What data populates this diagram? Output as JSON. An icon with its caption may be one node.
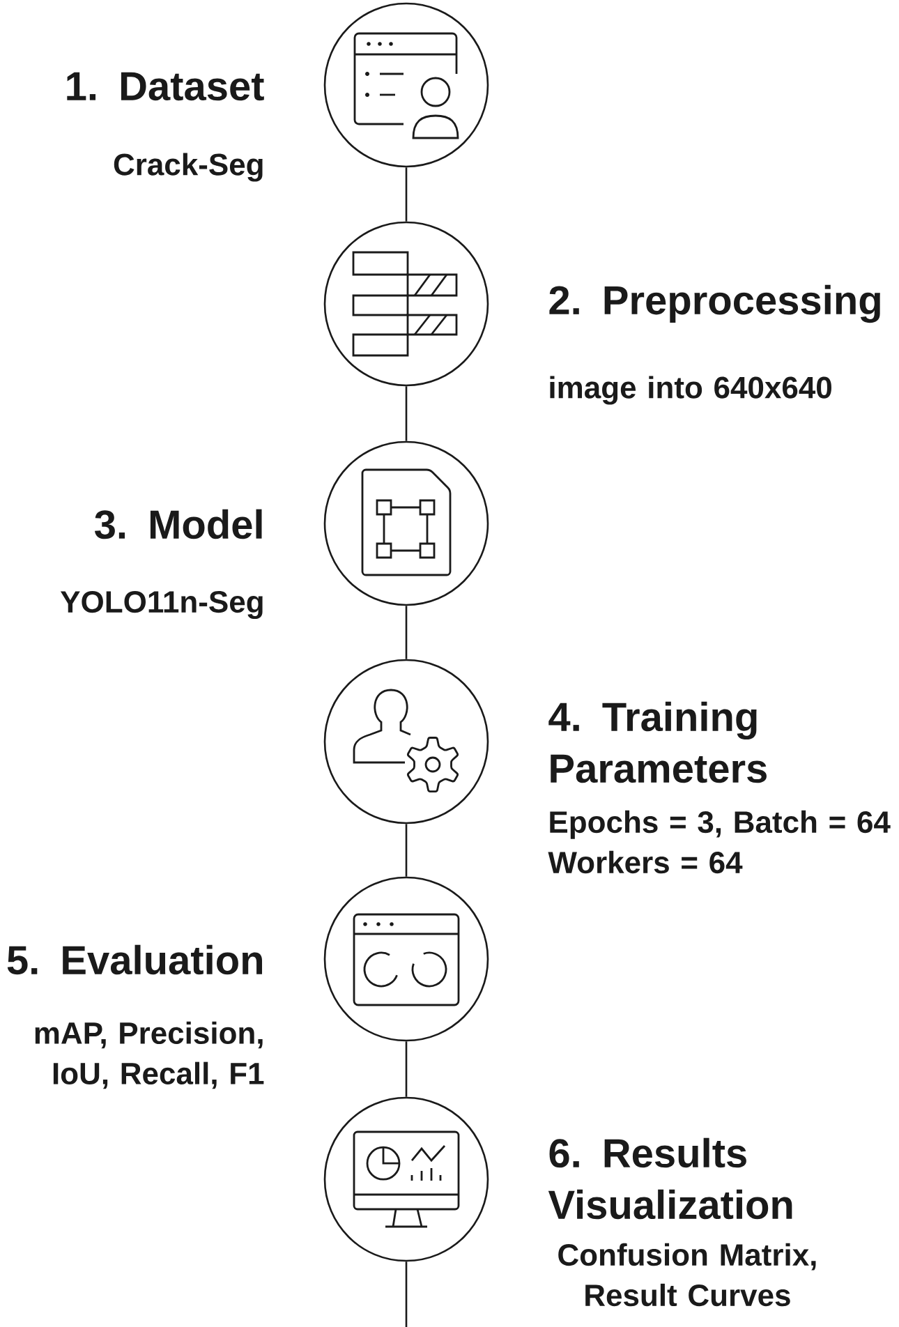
{
  "diagram": {
    "nodes": [
      {
        "text": [],
        "shape": "circle",
        "beside": [
          "1. Dataset",
          "Crack-Seg"
        ]
      },
      {
        "text": [],
        "shape": "circle",
        "beside": [
          "2. Preprocessing",
          "image into 640x640"
        ]
      },
      {
        "text": [],
        "shape": "circle",
        "beside": [
          "3. Model",
          "YOLO11n-Seg"
        ]
      },
      {
        "text": [],
        "shape": "circle",
        "beside": [
          "4. Training Parameters",
          "Epochs = 3, Batch = 64 Workers = 64"
        ]
      },
      {
        "text": [],
        "shape": "circle",
        "beside": [
          "5. Evaluation",
          "mAP, Precision, IoU, Recall, F1"
        ]
      },
      {
        "text": [],
        "shape": "circle",
        "beside": [
          "6. Results Visualization",
          "Confusion Matrix, Result Curves"
        ]
      }
    ],
    "edges": [
      {
        "from": 0,
        "to": 1,
        "arrow": "none"
      },
      {
        "from": 1,
        "to": 2,
        "arrow": "none"
      },
      {
        "from": 2,
        "to": 3,
        "arrow": "none"
      },
      {
        "from": 3,
        "to": 4,
        "arrow": "none"
      },
      {
        "from": 4,
        "to": 5,
        "arrow": "none"
      },
      {
        "from": 5,
        "to": null,
        "arrow": "none"
      }
    ]
  }
}
